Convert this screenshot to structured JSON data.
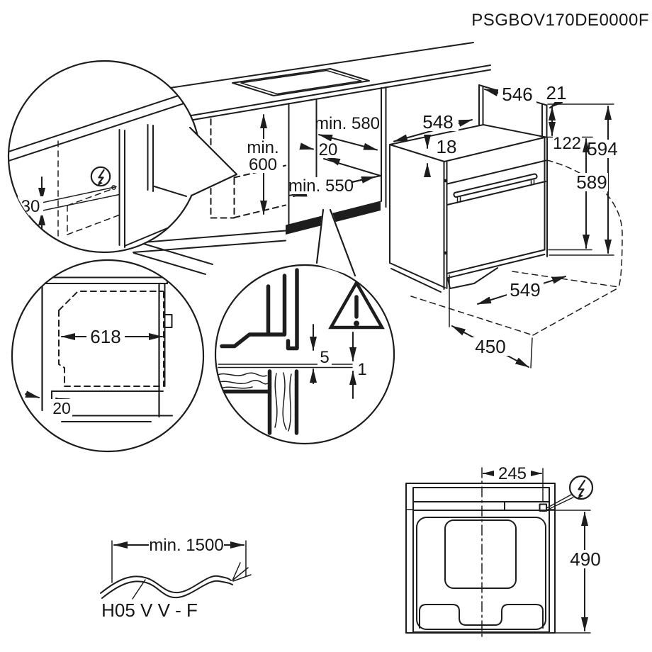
{
  "product_code": "PSGBOV170DE0000F",
  "cabinet_niche": {
    "width_min": "min. 580",
    "side_panel_gap": "20",
    "height_min_line1": "min.",
    "height_min_line2": "600",
    "depth_min": "min. 550"
  },
  "oven_dimensions": {
    "rear_top_width": "546",
    "rear_trim": "21",
    "top_width": "548",
    "top_recess": "18",
    "rear_upstand_height": "122",
    "overall_height": "594",
    "body_height": "589",
    "bottom_depth": "549",
    "front_clearance": "450"
  },
  "rear_connection_detail": {
    "wall_clearance": "30"
  },
  "side_section_detail": {
    "depth_with_plug": "618",
    "plinth_recess": "20"
  },
  "front_gap_detail": {
    "upper_gap": "5",
    "lower_gap": "1"
  },
  "mains_cable": {
    "min_length": "min. 1500",
    "type": "H05 V V - F"
  },
  "worktop_top_view": {
    "connection_offset_x": "245",
    "connection_depth": "490"
  },
  "symbols": {
    "power_connection": "lightning-bolt-circle",
    "warning": "exclamation-warning-triangle"
  }
}
